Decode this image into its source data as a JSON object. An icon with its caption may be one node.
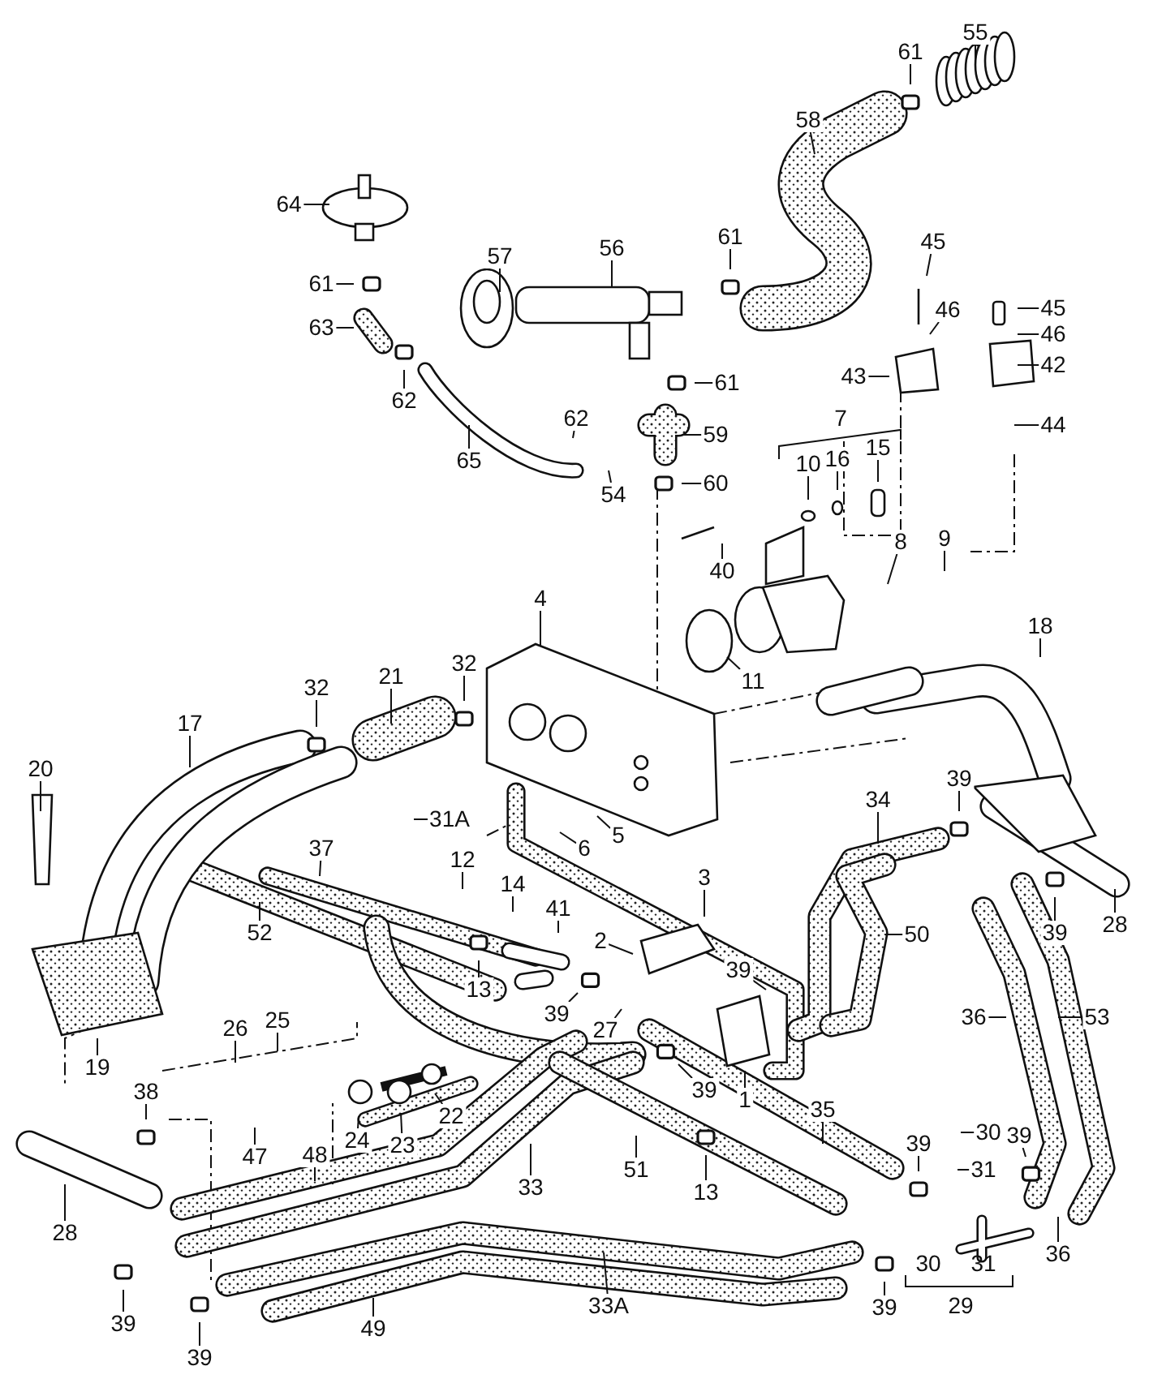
{
  "diagram": {
    "nodes": [
      {
        "text": [
          "55"
        ]
      },
      {
        "text": [
          "61"
        ]
      },
      {
        "text": [
          "58"
        ]
      },
      {
        "text": [
          "64"
        ]
      },
      {
        "text": [
          "61"
        ]
      },
      {
        "text": [
          "45"
        ]
      },
      {
        "text": [
          "56"
        ]
      },
      {
        "text": [
          "57"
        ]
      },
      {
        "text": [
          "61"
        ]
      },
      {
        "text": [
          "45"
        ]
      },
      {
        "text": [
          "46"
        ]
      },
      {
        "text": [
          "63"
        ]
      },
      {
        "text": [
          "46"
        ]
      },
      {
        "text": [
          "42"
        ]
      },
      {
        "text": [
          "43"
        ]
      },
      {
        "text": [
          "61"
        ]
      },
      {
        "text": [
          "62"
        ]
      },
      {
        "text": [
          "62"
        ]
      },
      {
        "text": [
          "44"
        ]
      },
      {
        "text": [
          "59"
        ]
      },
      {
        "text": [
          "15"
        ]
      },
      {
        "text": [
          "16"
        ]
      },
      {
        "text": [
          "65"
        ]
      },
      {
        "text": [
          "10"
        ]
      },
      {
        "text": [
          "60"
        ]
      },
      {
        "text": [
          "54"
        ]
      },
      {
        "text": [
          "9"
        ]
      },
      {
        "text": [
          "8"
        ]
      },
      {
        "text": [
          "40"
        ]
      },
      {
        "text": [
          "4"
        ]
      },
      {
        "text": [
          "18"
        ]
      },
      {
        "text": [
          "32"
        ]
      },
      {
        "text": [
          "21"
        ]
      },
      {
        "text": [
          "11"
        ]
      },
      {
        "text": [
          "32"
        ]
      },
      {
        "text": [
          "17"
        ]
      },
      {
        "text": [
          "20"
        ]
      },
      {
        "text": [
          "39"
        ]
      },
      {
        "text": [
          "34"
        ]
      },
      {
        "text": [
          "31A"
        ]
      },
      {
        "text": [
          "5"
        ]
      },
      {
        "text": [
          "6"
        ]
      },
      {
        "text": [
          "37"
        ]
      },
      {
        "text": [
          "12"
        ]
      },
      {
        "text": [
          "3"
        ]
      },
      {
        "text": [
          "14"
        ]
      },
      {
        "text": [
          "41"
        ]
      },
      {
        "text": [
          "28"
        ]
      },
      {
        "text": [
          "52"
        ]
      },
      {
        "text": [
          "39"
        ]
      },
      {
        "text": [
          "50"
        ]
      },
      {
        "text": [
          "2"
        ]
      },
      {
        "text": [
          "13"
        ]
      },
      {
        "text": [
          "39"
        ]
      },
      {
        "text": [
          "39"
        ]
      },
      {
        "text": [
          "36"
        ]
      },
      {
        "text": [
          "53"
        ]
      },
      {
        "text": [
          "25"
        ]
      },
      {
        "text": [
          "26"
        ]
      },
      {
        "text": [
          "27"
        ]
      },
      {
        "text": [
          "19"
        ]
      },
      {
        "text": [
          "39"
        ]
      },
      {
        "text": [
          "38"
        ]
      },
      {
        "text": [
          "1"
        ]
      },
      {
        "text": [
          "35"
        ]
      },
      {
        "text": [
          "22"
        ]
      },
      {
        "text": [
          "23"
        ]
      },
      {
        "text": [
          "30"
        ]
      },
      {
        "text": [
          "24"
        ]
      },
      {
        "text": [
          "39"
        ]
      },
      {
        "text": [
          "47"
        ]
      },
      {
        "text": [
          "48"
        ]
      },
      {
        "text": [
          "51"
        ]
      },
      {
        "text": [
          "31"
        ]
      },
      {
        "text": [
          "39"
        ]
      },
      {
        "text": [
          "33"
        ]
      },
      {
        "text": [
          "13"
        ]
      },
      {
        "text": [
          "28"
        ]
      },
      {
        "text": [
          "36"
        ]
      },
      {
        "text": [
          "39"
        ]
      },
      {
        "text": [
          "33A"
        ]
      },
      {
        "text": [
          "39"
        ]
      },
      {
        "text": [
          "49"
        ]
      },
      {
        "text": [
          "39"
        ]
      }
    ],
    "edges": [
      {
        "from": 0,
        "to": null,
        "arrow": "none"
      },
      {
        "from": 1,
        "to": null,
        "arrow": "none"
      },
      {
        "from": 2,
        "to": null,
        "arrow": "none"
      },
      {
        "from": 3,
        "to": null,
        "arrow": "none"
      },
      {
        "from": 4,
        "to": null,
        "arrow": "none"
      },
      {
        "from": 5,
        "to": null,
        "arrow": "none"
      },
      {
        "from": 6,
        "to": null,
        "arrow": "none"
      },
      {
        "from": 7,
        "to": null,
        "arrow": "none"
      },
      {
        "from": 8,
        "to": null,
        "arrow": "none"
      },
      {
        "from": 9,
        "to": null,
        "arrow": "none"
      },
      {
        "from": 10,
        "to": null,
        "arrow": "none"
      },
      {
        "from": 11,
        "to": null,
        "arrow": "none"
      },
      {
        "from": 12,
        "to": null,
        "arrow": "none"
      },
      {
        "from": 13,
        "to": null,
        "arrow": "none"
      },
      {
        "from": 14,
        "to": null,
        "arrow": "none"
      },
      {
        "from": 15,
        "to": null,
        "arrow": "none"
      },
      {
        "from": 16,
        "to": null,
        "arrow": "none"
      },
      {
        "from": 17,
        "to": null,
        "arrow": "none"
      },
      {
        "from": 18,
        "to": null,
        "arrow": "none"
      },
      {
        "from": 19,
        "to": null,
        "arrow": "none"
      },
      {
        "from": 20,
        "to": null,
        "arrow": "none"
      },
      {
        "from": 21,
        "to": null,
        "arrow": "none"
      },
      {
        "from": 22,
        "to": null,
        "arrow": "none"
      },
      {
        "from": 23,
        "to": null,
        "arrow": "none"
      },
      {
        "from": 24,
        "to": null,
        "arrow": "none"
      },
      {
        "from": 25,
        "to": null,
        "arrow": "none"
      },
      {
        "from": 26,
        "to": null,
        "arrow": "none"
      },
      {
        "from": 27,
        "to": null,
        "arrow": "none"
      },
      {
        "from": 28,
        "to": null,
        "arrow": "none"
      },
      {
        "from": 29,
        "to": null,
        "arrow": "none"
      },
      {
        "from": 30,
        "to": null,
        "arrow": "none"
      },
      {
        "from": 31,
        "to": null,
        "arrow": "none"
      },
      {
        "from": 32,
        "to": null,
        "arrow": "none"
      },
      {
        "from": 33,
        "to": null,
        "arrow": "none"
      },
      {
        "from": 34,
        "to": null,
        "arrow": "none"
      },
      {
        "from": 35,
        "to": null,
        "arrow": "none"
      },
      {
        "from": 36,
        "to": null,
        "arrow": "none"
      },
      {
        "from": 37,
        "to": null,
        "arrow": "none"
      },
      {
        "from": 38,
        "to": null,
        "arrow": "none"
      },
      {
        "from": 39,
        "to": null,
        "arrow": "none"
      },
      {
        "from": 40,
        "to": null,
        "arrow": "none"
      },
      {
        "from": 41,
        "to": null,
        "arrow": "none"
      },
      {
        "from": 42,
        "to": null,
        "arrow": "none"
      },
      {
        "from": 43,
        "to": null,
        "arrow": "none"
      },
      {
        "from": 44,
        "to": null,
        "arrow": "none"
      },
      {
        "from": 45,
        "to": null,
        "arrow": "none"
      },
      {
        "from": 46,
        "to": null,
        "arrow": "none"
      },
      {
        "from": 47,
        "to": null,
        "arrow": "none"
      },
      {
        "from": 48,
        "to": null,
        "arrow": "none"
      },
      {
        "from": 49,
        "to": null,
        "arrow": "none"
      },
      {
        "from": 50,
        "to": null,
        "arrow": "none"
      },
      {
        "from": 51,
        "to": null,
        "arrow": "none"
      },
      {
        "from": 52,
        "to": null,
        "arrow": "none"
      },
      {
        "from": 53,
        "to": null,
        "arrow": "none"
      },
      {
        "from": 54,
        "to": null,
        "arrow": "none"
      },
      {
        "from": 55,
        "to": null,
        "arrow": "none"
      },
      {
        "from": 56,
        "to": null,
        "arrow": "none"
      },
      {
        "from": 57,
        "to": null,
        "arrow": "none"
      },
      {
        "from": 58,
        "to": null,
        "arrow": "none"
      },
      {
        "from": 59,
        "to": null,
        "arrow": "none"
      },
      {
        "from": 60,
        "to": null,
        "arrow": "none"
      },
      {
        "from": 61,
        "to": null,
        "arrow": "none"
      },
      {
        "from": 62,
        "to": null,
        "arrow": "none"
      },
      {
        "from": 63,
        "to": null,
        "arrow": "none"
      },
      {
        "from": 64,
        "to": null,
        "arrow": "none"
      },
      {
        "from": 65,
        "to": null,
        "arrow": "none"
      },
      {
        "from": 66,
        "to": null,
        "arrow": "none"
      },
      {
        "from": 67,
        "to": null,
        "arrow": "none"
      },
      {
        "from": 68,
        "to": null,
        "arrow": "none"
      },
      {
        "from": 69,
        "to": null,
        "arrow": "none"
      },
      {
        "from": 70,
        "to": null,
        "arrow": "none"
      },
      {
        "from": 71,
        "to": null,
        "arrow": "none"
      },
      {
        "from": 72,
        "to": null,
        "arrow": "none"
      },
      {
        "from": 73,
        "to": null,
        "arrow": "none"
      },
      {
        "from": 74,
        "to": null,
        "arrow": "none"
      },
      {
        "from": 75,
        "to": null,
        "arrow": "none"
      },
      {
        "from": 76,
        "to": null,
        "arrow": "none"
      },
      {
        "from": 77,
        "to": null,
        "arrow": "none"
      },
      {
        "from": 78,
        "to": null,
        "arrow": "none"
      },
      {
        "from": 79,
        "to": null,
        "arrow": "none"
      },
      {
        "from": 80,
        "to": null,
        "arrow": "none"
      },
      {
        "from": 81,
        "to": null,
        "arrow": "none"
      },
      {
        "from": 82,
        "to": null,
        "arrow": "none"
      },
      {
        "from": 83,
        "to": null,
        "arrow": "none"
      }
    ],
    "labels": [
      "7",
      "30",
      "31",
      "29"
    ]
  }
}
